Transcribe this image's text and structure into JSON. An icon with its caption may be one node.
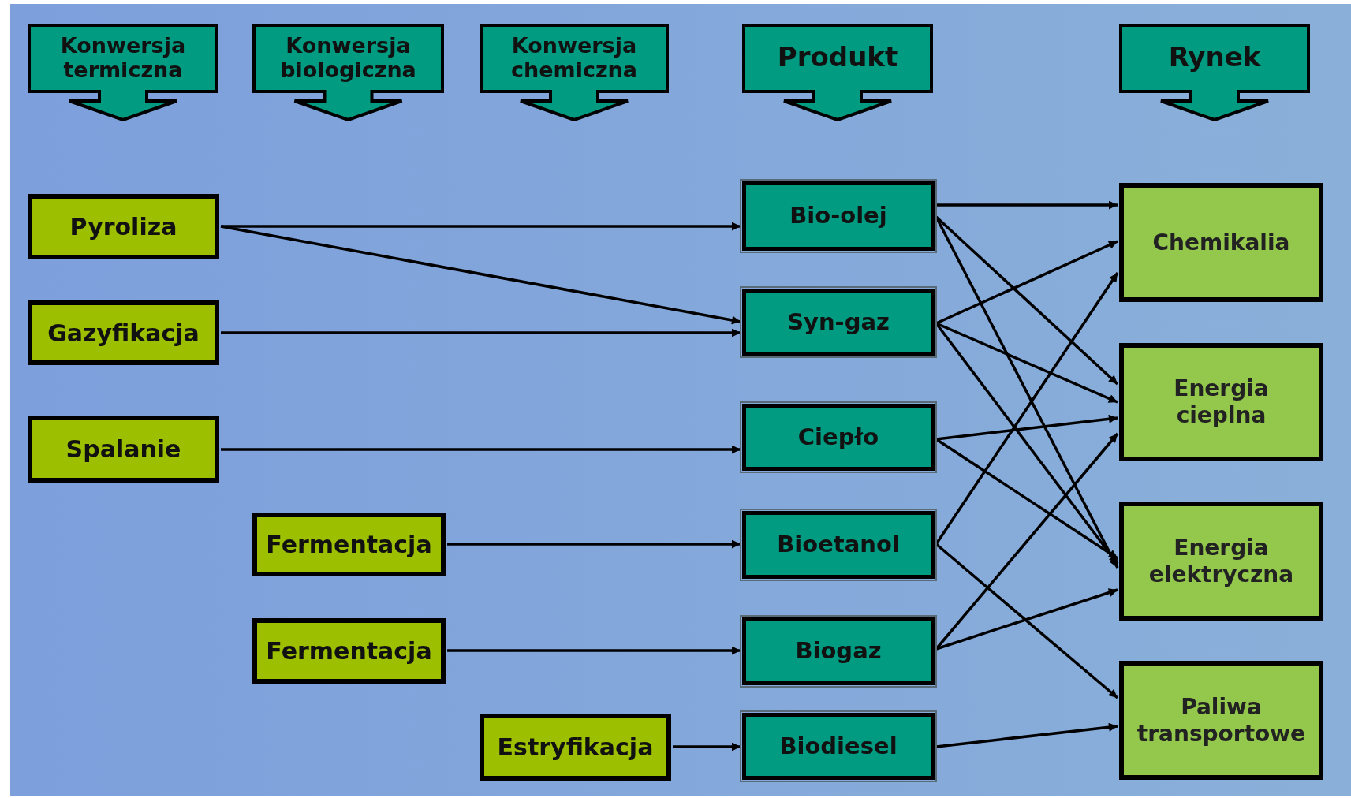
{
  "diagram": {
    "nodes": [
      {
        "text": [
          "Konwersja termiczna"
        ]
      },
      {
        "text": [
          "Konwersja biologiczna"
        ]
      },
      {
        "text": [
          "Konwersja chemiczna"
        ]
      },
      {
        "text": [
          "Produkt"
        ]
      },
      {
        "text": [
          "Rynek"
        ]
      },
      {
        "text": [
          "Pyroliza"
        ]
      },
      {
        "text": [
          "Gazyfikacja"
        ]
      },
      {
        "text": [
          "Spalanie"
        ]
      },
      {
        "text": [
          "Fermentacja"
        ]
      },
      {
        "text": [
          "Fermentacja"
        ]
      },
      {
        "text": [
          "Estryfikacja"
        ]
      },
      {
        "text": [
          "Bio-olej"
        ]
      },
      {
        "text": [
          "Syn-gaz"
        ]
      },
      {
        "text": [
          "Ciepło"
        ]
      },
      {
        "text": [
          "Bioetanol"
        ]
      },
      {
        "text": [
          "Biogaz"
        ]
      },
      {
        "text": [
          "Biodiesel"
        ]
      },
      {
        "text": [
          "Chemikalia"
        ]
      },
      {
        "text": [
          "Energia cieplna"
        ]
      },
      {
        "text": [
          "Energia elektryczna"
        ]
      },
      {
        "text": [
          "Paliwa transportowe"
        ]
      }
    ],
    "edges": [
      {
        "from": 5,
        "to": 11,
        "arrow": "to"
      },
      {
        "from": 5,
        "to": 12,
        "arrow": "to"
      },
      {
        "from": 6,
        "to": 12,
        "arrow": "to"
      },
      {
        "from": 7,
        "to": 13,
        "arrow": "to"
      },
      {
        "from": 8,
        "to": 14,
        "arrow": "to"
      },
      {
        "from": 9,
        "to": 15,
        "arrow": "to"
      },
      {
        "from": 10,
        "to": 16,
        "arrow": "to"
      },
      {
        "from": 11,
        "to": 17,
        "arrow": "to"
      },
      {
        "from": 11,
        "to": 18,
        "arrow": "to"
      },
      {
        "from": 11,
        "to": 19,
        "arrow": "to"
      },
      {
        "from": 12,
        "to": 17,
        "arrow": "to"
      },
      {
        "from": 12,
        "to": 18,
        "arrow": "to"
      },
      {
        "from": 12,
        "to": 19,
        "arrow": "to"
      },
      {
        "from": 13,
        "to": 18,
        "arrow": "to"
      },
      {
        "from": 13,
        "to": 19,
        "arrow": "to"
      },
      {
        "from": 14,
        "to": 17,
        "arrow": "to"
      },
      {
        "from": 14,
        "to": 20,
        "arrow": "to"
      },
      {
        "from": 15,
        "to": 18,
        "arrow": "to"
      },
      {
        "from": 15,
        "to": 19,
        "arrow": "to"
      },
      {
        "from": 16,
        "to": 20,
        "arrow": "to"
      }
    ]
  }
}
